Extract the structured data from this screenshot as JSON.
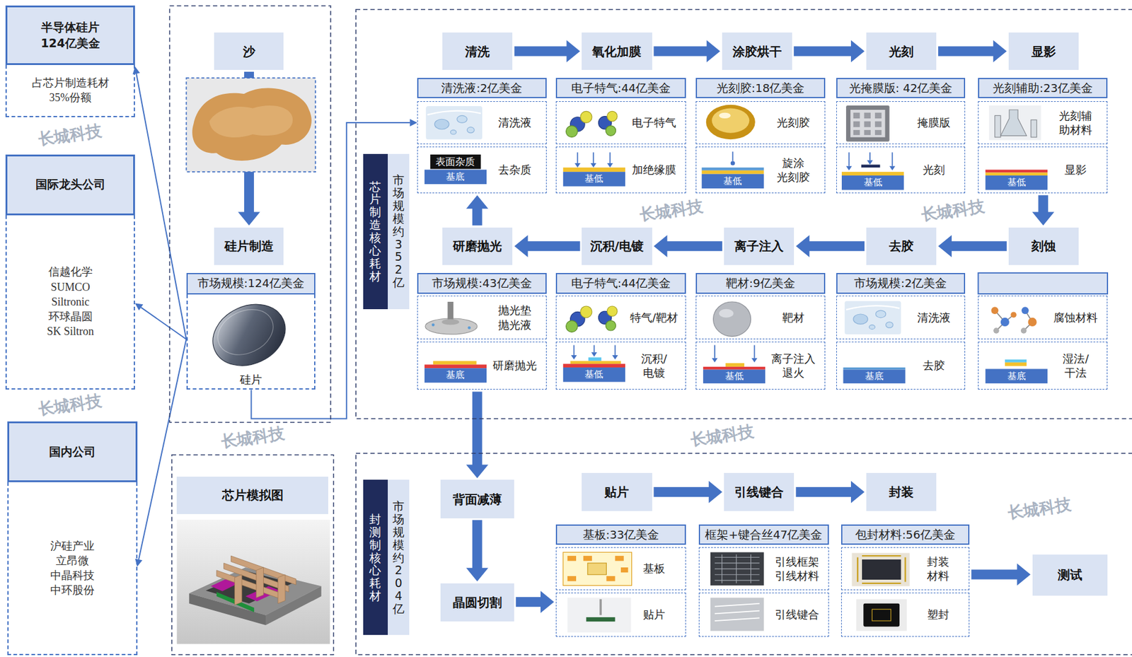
{
  "diagram": {
    "nodes": [
      {
        "text": [
          "半导体硅片 124亿美金",
          "占芯片制造耗材 35%份额"
        ]
      },
      {
        "text": [
          "国际龙头公司",
          "信越化学 SUMCO Siltronic 环球晶圆 SK Siltron"
        ]
      },
      {
        "text": [
          "国内公司",
          "沪硅产业 立昂微 中晶科技 中环股份"
        ]
      },
      {
        "text": [
          "沙"
        ]
      },
      {
        "text": [
          "硅片制造"
        ]
      },
      {
        "text": [
          "市场规模:124亿美金",
          "硅片"
        ]
      },
      {
        "text": [
          "芯片制造核心耗材"
        ]
      },
      {
        "text": [
          "市场规模约352亿"
        ]
      },
      {
        "text": [
          "清洗"
        ]
      },
      {
        "text": [
          "氧化加膜"
        ]
      },
      {
        "text": [
          "涂胶烘干"
        ]
      },
      {
        "text": [
          "光刻"
        ]
      },
      {
        "text": [
          "显影"
        ]
      },
      {
        "text": [
          "清洗液:2亿美金"
        ]
      },
      {
        "text": [
          "清洗液"
        ],
        "in": 13
      },
      {
        "text": [
          "去杂质"
        ],
        "in": 13
      },
      {
        "text": [
          "电子特气:44亿美金"
        ]
      },
      {
        "text": [
          "电子特气"
        ],
        "in": 16
      },
      {
        "text": [
          "加绝缘膜"
        ],
        "in": 16
      },
      {
        "text": [
          "光刻胶:18亿美金"
        ]
      },
      {
        "text": [
          "光刻胶"
        ],
        "in": 19
      },
      {
        "text": [
          "旋涂 光刻胶"
        ],
        "in": 19
      },
      {
        "text": [
          "光掩膜版: 42亿美金"
        ]
      },
      {
        "text": [
          "掩膜版"
        ],
        "in": 22
      },
      {
        "text": [
          "光刻"
        ],
        "in": 22
      },
      {
        "text": [
          "光刻辅助:23亿美金"
        ]
      },
      {
        "text": [
          "光刻辅 助材料"
        ],
        "in": 25
      },
      {
        "text": [
          "显影"
        ],
        "in": 25
      },
      {
        "text": [
          "研磨抛光"
        ]
      },
      {
        "text": [
          "沉积/电镀"
        ]
      },
      {
        "text": [
          "离子注入"
        ]
      },
      {
        "text": [
          "去胶"
        ]
      },
      {
        "text": [
          "刻蚀"
        ]
      },
      {
        "text": [
          "市场规模:43亿美金"
        ]
      },
      {
        "text": [
          "抛光垫 抛光液"
        ],
        "in": 33
      },
      {
        "text": [
          "研磨抛光"
        ],
        "in": 33
      },
      {
        "text": [
          "电子特气:44亿美金"
        ]
      },
      {
        "text": [
          "特气/靶材"
        ],
        "in": 36
      },
      {
        "text": [
          "沉积/ 电镀"
        ],
        "in": 36
      },
      {
        "text": [
          "靶材:9亿美金"
        ]
      },
      {
        "text": [
          "靶材"
        ],
        "in": 39
      },
      {
        "text": [
          "离子注入 退火"
        ],
        "in": 39
      },
      {
        "text": [
          "市场规模:2亿美金"
        ]
      },
      {
        "text": [
          "清洗液"
        ],
        "in": 42
      },
      {
        "text": [
          "去胶"
        ],
        "in": 42
      },
      {
        "text": [
          "腐蚀材料"
        ]
      },
      {
        "text": [
          "湿法/ 干法"
        ]
      },
      {
        "text": [
          "芯片模拟图"
        ]
      },
      {
        "text": [
          "封测制核心耗材"
        ]
      },
      {
        "text": [
          "市场规模约204亿"
        ]
      },
      {
        "text": [
          "背面减薄"
        ]
      },
      {
        "text": [
          "晶圆切割"
        ]
      },
      {
        "text": [
          "贴片"
        ]
      },
      {
        "text": [
          "引线键合"
        ]
      },
      {
        "text": [
          "封装"
        ]
      },
      {
        "text": [
          "基板:33亿美金"
        ]
      },
      {
        "text": [
          "基板"
        ],
        "in": 55
      },
      {
        "text": [
          "贴片"
        ],
        "in": 55
      },
      {
        "text": [
          "框架+键合丝47亿美金"
        ]
      },
      {
        "text": [
          "引线框架 引线材料"
        ],
        "in": 58
      },
      {
        "text": [
          "引线键合"
        ],
        "in": 58
      },
      {
        "text": [
          "包封材料:56亿美金"
        ]
      },
      {
        "text": [
          "封装 材料"
        ],
        "in": 61
      },
      {
        "text": [
          "塑封"
        ],
        "in": 61
      },
      {
        "text": [
          "测试"
        ]
      }
    ],
    "edges": [
      {
        "from": 5,
        "to": 0,
        "arrow": "to"
      },
      {
        "from": 5,
        "to": 1,
        "arrow": "to"
      },
      {
        "from": 5,
        "to": 2,
        "arrow": "to"
      },
      {
        "from": 3,
        "to": 4,
        "arrow": "to"
      },
      {
        "from": 5,
        "to": 13,
        "arrow": "to"
      },
      {
        "from": 8,
        "to": 9,
        "arrow": "to"
      },
      {
        "from": 9,
        "to": 10,
        "arrow": "to"
      },
      {
        "from": 10,
        "to": 11,
        "arrow": "to"
      },
      {
        "from": 11,
        "to": 12,
        "arrow": "to"
      },
      {
        "from": 25,
        "to": 32,
        "arrow": "to"
      },
      {
        "from": 32,
        "to": 31,
        "arrow": "to"
      },
      {
        "from": 31,
        "to": 30,
        "arrow": "to"
      },
      {
        "from": 30,
        "to": 29,
        "arrow": "to"
      },
      {
        "from": 29,
        "to": 28,
        "arrow": "to"
      },
      {
        "from": 28,
        "to": 13,
        "arrow": "to"
      },
      {
        "from": 33,
        "to": 50,
        "arrow": "to"
      },
      {
        "from": 50,
        "to": 51,
        "arrow": "to"
      },
      {
        "from": 51,
        "to": 55,
        "arrow": "to"
      },
      {
        "from": 52,
        "to": 53,
        "arrow": "to"
      },
      {
        "from": 53,
        "to": 54,
        "arrow": "to"
      },
      {
        "from": 61,
        "to": 64,
        "arrow": "to"
      }
    ],
    "labels": [
      "表面杂质",
      "基底",
      "基低",
      "基低",
      "基低",
      "基低",
      "基底",
      "基低",
      "基低",
      "基底",
      "基底",
      "长城科技",
      "长城科技",
      "长城科技",
      "长城科技",
      "长城科技",
      "长城科技",
      "长城科技"
    ]
  }
}
